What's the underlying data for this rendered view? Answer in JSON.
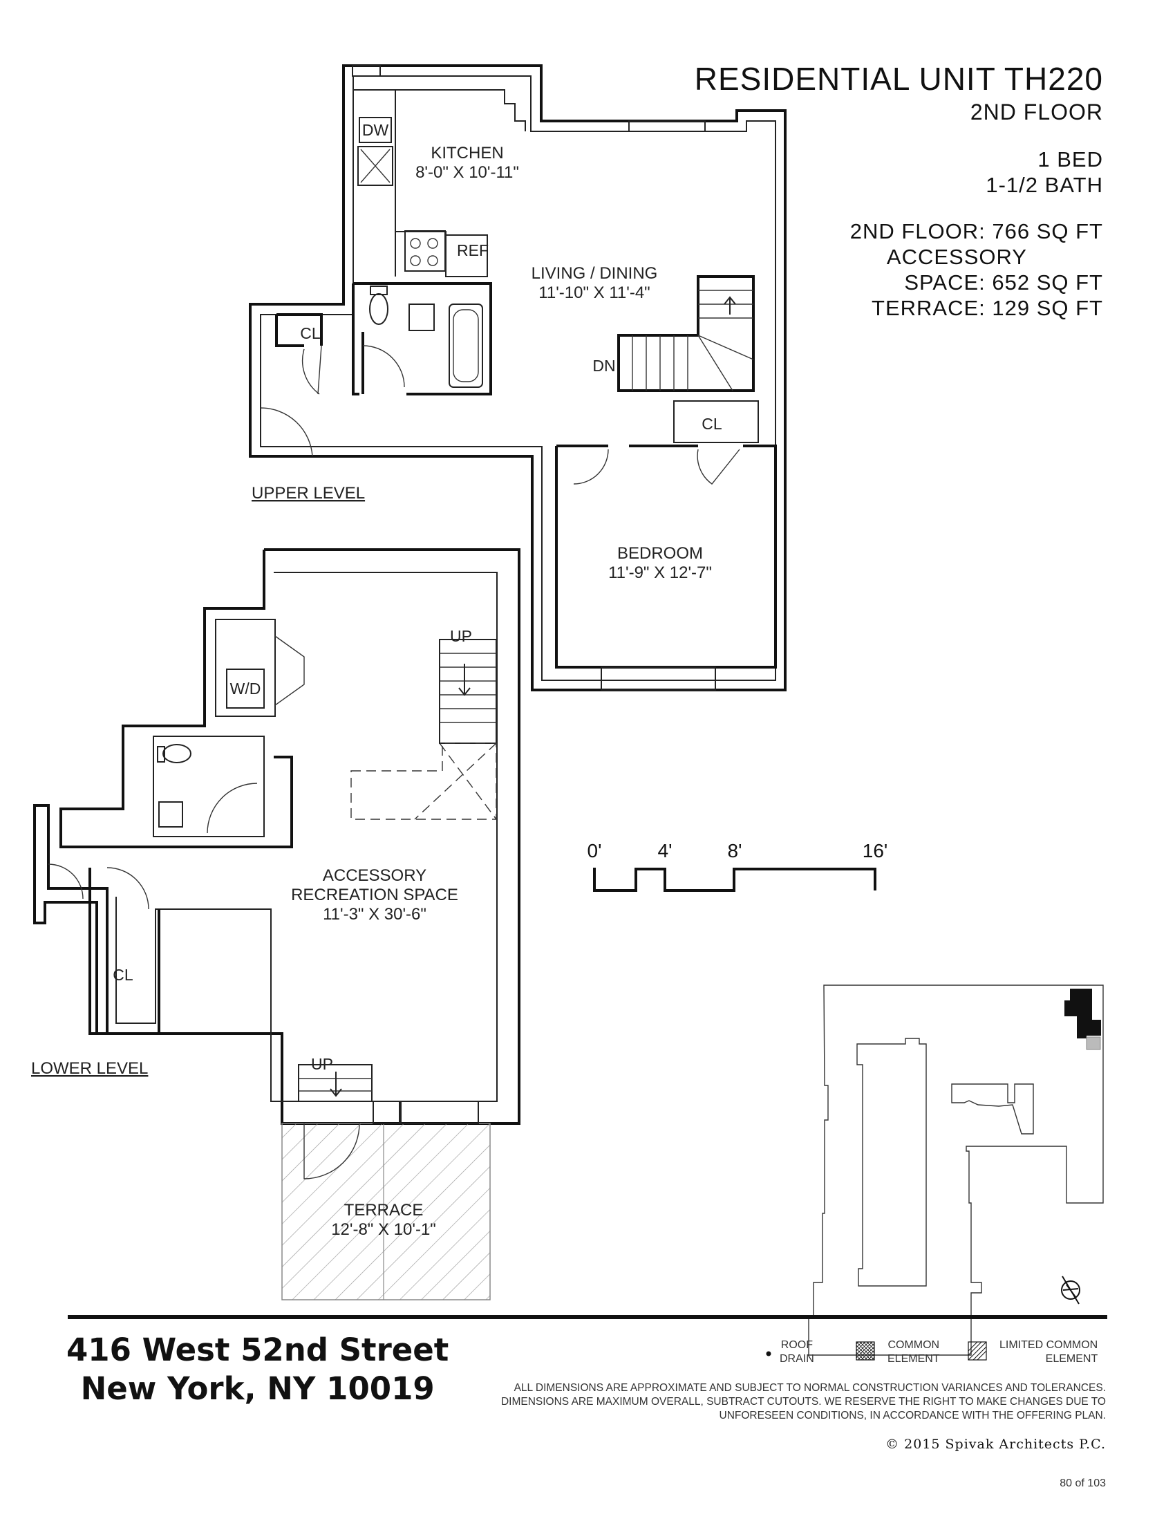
{
  "title": {
    "unit": "RESIDENTIAL UNIT TH220",
    "floor": "2ND FLOOR",
    "beds": "1 BED",
    "baths": "1-1/2 BATH",
    "area_floor": "2ND FLOOR: 766 SQ FT",
    "area_accessory_1": "ACCESSORY",
    "area_accessory_2": "SPACE: 652 SQ FT",
    "area_terrace": "TERRACE: 129 SQ FT"
  },
  "rooms": {
    "kitchen": {
      "name": "KITCHEN",
      "dims": "8'-0\" X 10'-11\""
    },
    "living": {
      "name": "LIVING / DINING",
      "dims": "11'-10\" X 11'-4\""
    },
    "bedroom": {
      "name": "BEDROOM",
      "dims": "11'-9\" X 12'-7\""
    },
    "accessory": {
      "name1": "ACCESSORY",
      "name2": "RECREATION SPACE",
      "dims": "11'-3\" X 30'-6\""
    },
    "terrace": {
      "name": "TERRACE",
      "dims": "12'-8\" X 10'-1\""
    }
  },
  "fixtures": {
    "dishwasher": "DW",
    "refrigerator": "REF",
    "washer_dryer": "W/D",
    "closet": "CL",
    "stair_down": "DN",
    "stair_up": "UP"
  },
  "levels": {
    "upper": "UPPER LEVEL",
    "lower": "LOWER LEVEL"
  },
  "scale": {
    "labels": [
      "0'",
      "4'",
      "8'",
      "16'"
    ]
  },
  "address": {
    "line1": "416 West 52nd Street",
    "line2": "New York, NY 10019"
  },
  "legend": {
    "roof_drain_1": "ROOF",
    "roof_drain_2": "DRAIN",
    "common_1": "COMMON",
    "common_2": "ELEMENT",
    "limited_1": "LIMITED COMMON",
    "limited_2": "ELEMENT"
  },
  "disclaimer": "ALL DIMENSIONS ARE APPROXIMATE AND SUBJECT TO NORMAL CONSTRUCTION VARIANCES AND TOLERANCES. DIMENSIONS ARE MAXIMUM OVERALL, SUBTRACT CUTOUTS. WE RESERVE THE RIGHT TO MAKE CHANGES DUE TO UNFORESEEN CONDITIONS, IN ACCORDANCE WITH THE OFFERING PLAN.",
  "copyright": "©  2015 Spivak Architects P.C.",
  "page": "80  of 103"
}
